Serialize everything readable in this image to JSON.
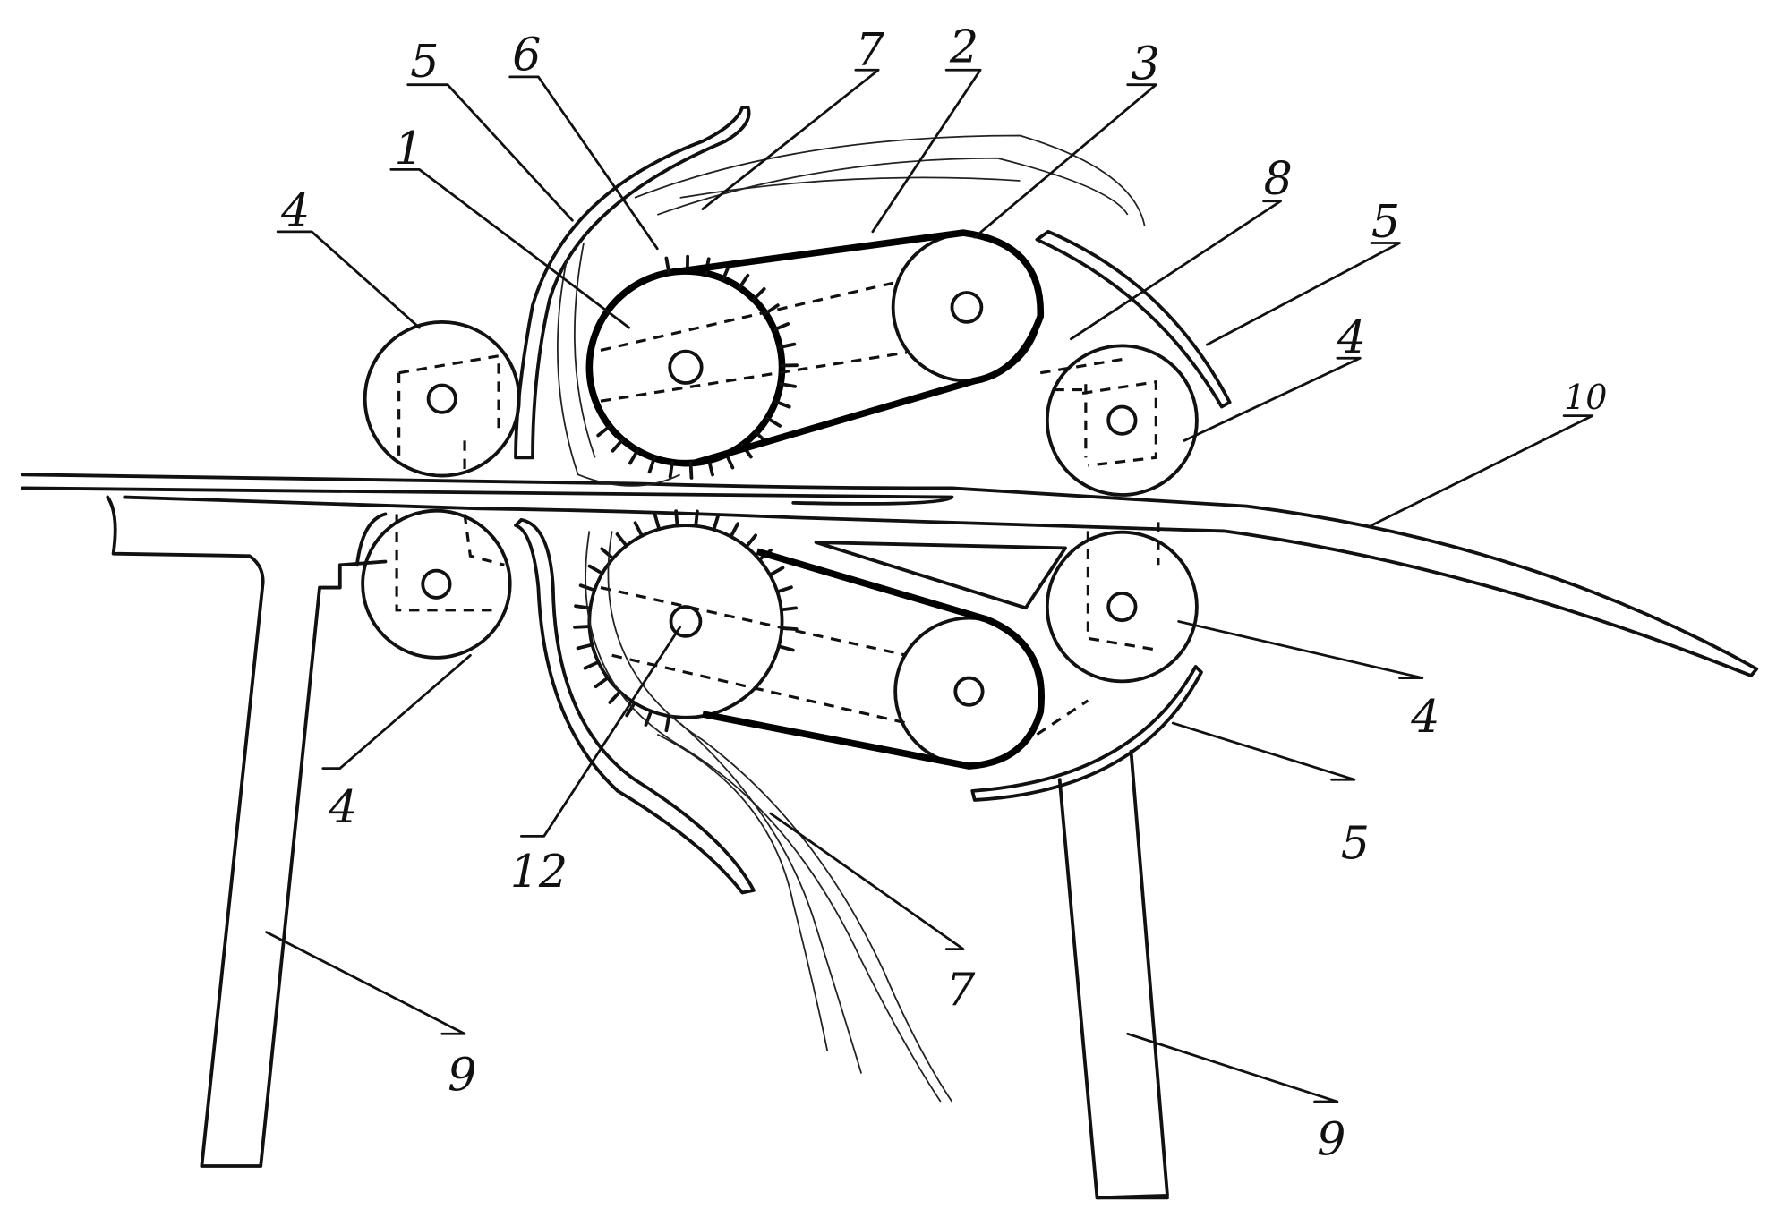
{
  "figure": {
    "labels": [
      "5",
      "6",
      "7",
      "2",
      "3",
      "1",
      "4",
      "8",
      "5",
      "4",
      "10",
      "4",
      "5",
      "4",
      "12",
      "7",
      "9",
      "9"
    ]
  }
}
